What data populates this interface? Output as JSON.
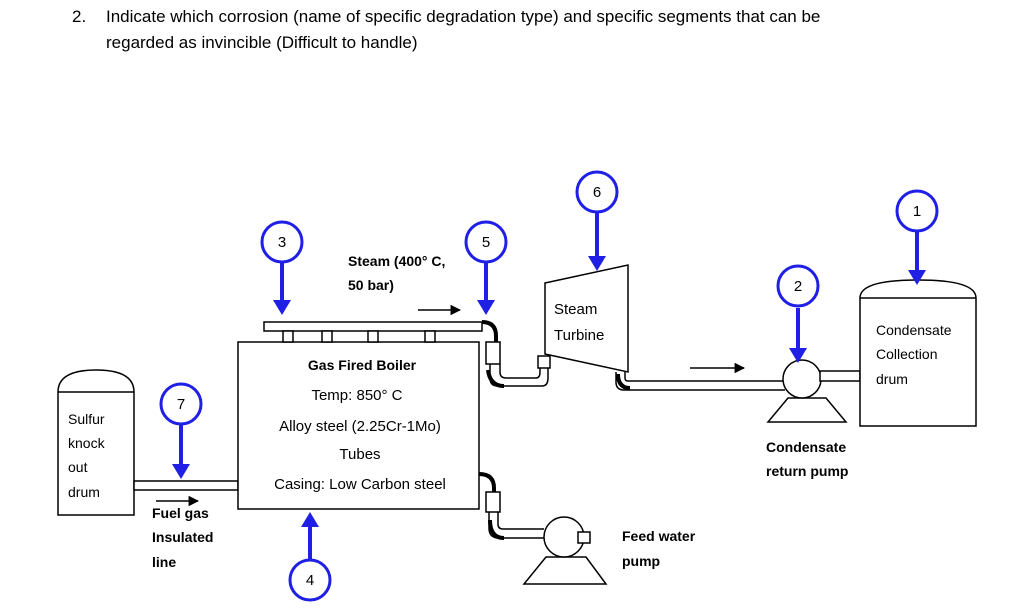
{
  "question": {
    "number": "2.",
    "line1": "Indicate which corrosion (name of specific degradation type) and specific segments that can be",
    "line2": "regarded as invincible (Difficult to handle)"
  },
  "colors": {
    "marker": "#1f1fe6",
    "line": "#000000"
  },
  "diagram": {
    "sulfur_drum": [
      "Sulfur",
      "knock",
      "out",
      "drum"
    ],
    "fuel_line": [
      "Fuel gas",
      "Insulated",
      "line"
    ],
    "boiler": {
      "title": "Gas Fired Boiler",
      "temp": "Temp: 850° C",
      "material": "Alloy steel (2.25Cr-1Mo)",
      "tubes": "Tubes",
      "casing": "Casing: Low Carbon steel"
    },
    "steam": [
      "Steam (400° C,",
      "50 bar)"
    ],
    "turbine": [
      "Steam",
      "Turbine"
    ],
    "condensate_drum": [
      "Condensate",
      "Collection",
      "drum"
    ],
    "condensate_pump": [
      "Condensate",
      "return pump"
    ],
    "feed_pump": [
      "Feed water",
      "pump"
    ],
    "markers": [
      "1",
      "2",
      "3",
      "4",
      "5",
      "6",
      "7"
    ]
  }
}
